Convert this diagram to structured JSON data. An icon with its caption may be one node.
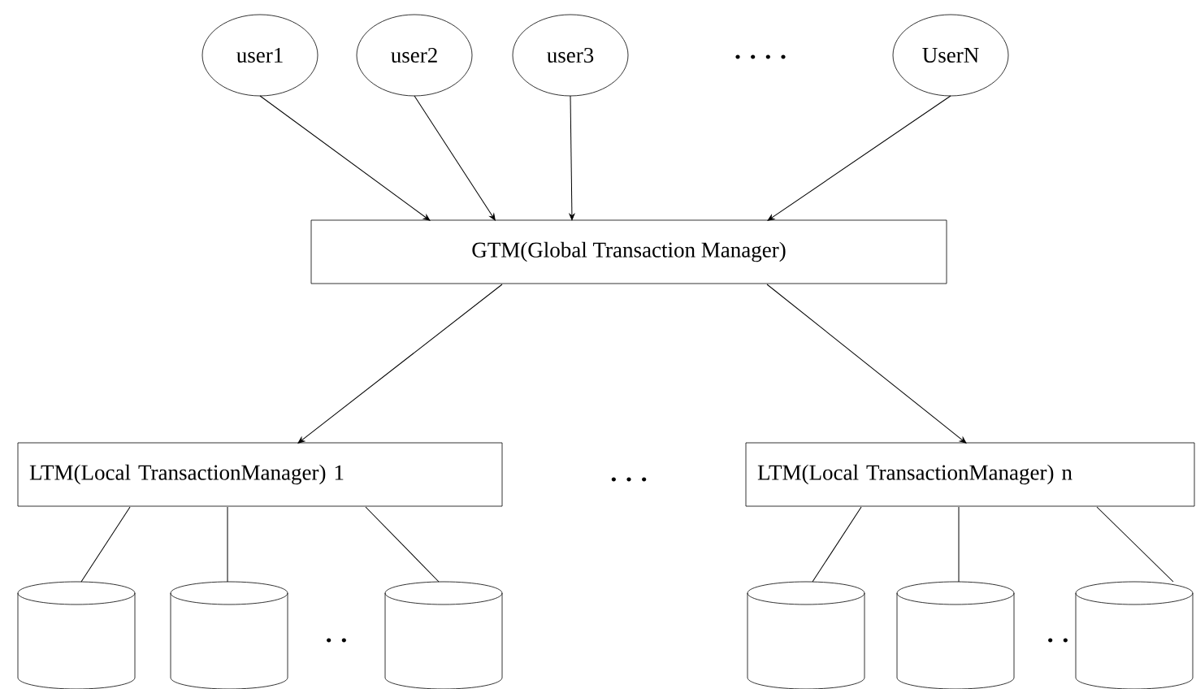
{
  "diagram": {
    "nodes": [
      {
        "text": [
          "user1"
        ]
      },
      {
        "text": [
          "user2"
        ]
      },
      {
        "text": [
          "user3"
        ]
      },
      {
        "text": [
          "UserN"
        ]
      },
      {
        "text": [
          "GTM(Global Transaction Manager)"
        ]
      },
      {
        "text": [
          "LTM(Local TransactionManager) 1"
        ]
      },
      {
        "text": [
          "LTM(Local TransactionManager) n"
        ]
      },
      {
        "text": [],
        "shape": "cylinder"
      },
      {
        "text": [],
        "shape": "cylinder"
      },
      {
        "text": [],
        "shape": "cylinder"
      },
      {
        "text": [],
        "shape": "cylinder"
      },
      {
        "text": [],
        "shape": "cylinder"
      },
      {
        "text": [],
        "shape": "cylinder"
      }
    ],
    "edges": [
      {
        "from": 0,
        "to": 4,
        "arrow": "to"
      },
      {
        "from": 1,
        "to": 4,
        "arrow": "to"
      },
      {
        "from": 2,
        "to": 4,
        "arrow": "to"
      },
      {
        "from": 3,
        "to": 4,
        "arrow": "to"
      },
      {
        "from": 4,
        "to": 5,
        "arrow": "to"
      },
      {
        "from": 4,
        "to": 6,
        "arrow": "to"
      },
      {
        "from": 5,
        "to": 7,
        "arrow": "none"
      },
      {
        "from": 5,
        "to": 8,
        "arrow": "none"
      },
      {
        "from": 5,
        "to": 9,
        "arrow": "none"
      },
      {
        "from": 6,
        "to": 10,
        "arrow": "none"
      },
      {
        "from": 6,
        "to": 11,
        "arrow": "none"
      },
      {
        "from": 6,
        "to": 12,
        "arrow": "none"
      }
    ],
    "labels": [
      ". . . .",
      ". . .",
      ". .",
      ". ."
    ]
  }
}
